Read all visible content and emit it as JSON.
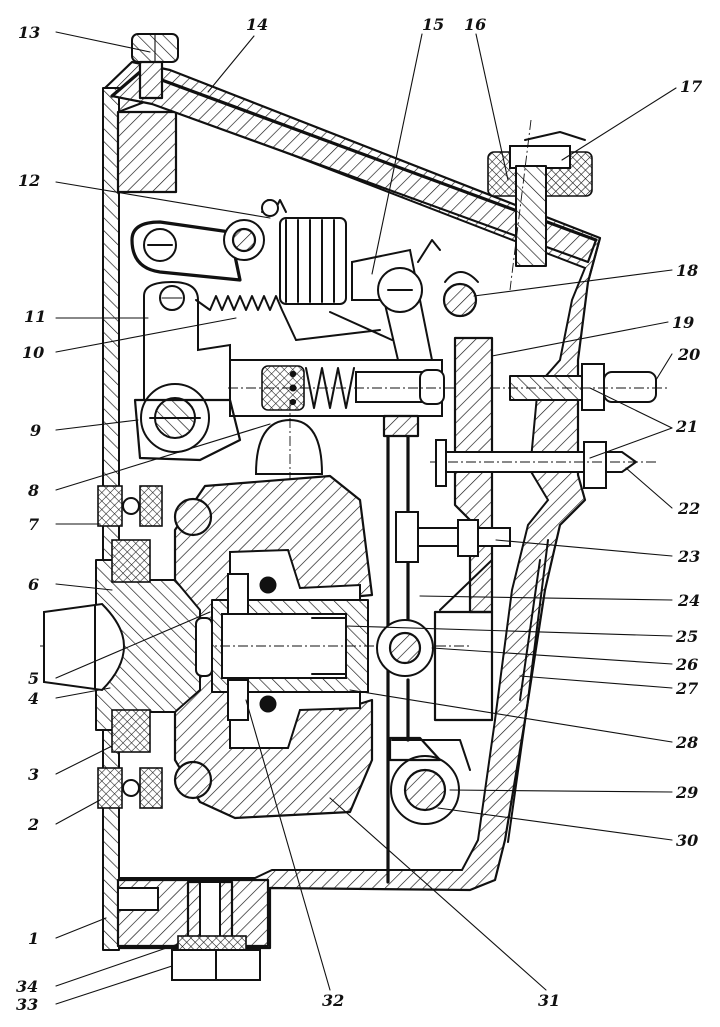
{
  "callouts": [
    {
      "id": "1",
      "text": "1"
    },
    {
      "id": "2",
      "text": "2"
    },
    {
      "id": "3",
      "text": "3"
    },
    {
      "id": "4",
      "text": "4"
    },
    {
      "id": "5",
      "text": "5"
    },
    {
      "id": "6",
      "text": "6"
    },
    {
      "id": "7",
      "text": "7"
    },
    {
      "id": "8",
      "text": "8"
    },
    {
      "id": "9",
      "text": "9"
    },
    {
      "id": "10",
      "text": "10"
    },
    {
      "id": "11",
      "text": "11"
    },
    {
      "id": "12",
      "text": "12"
    },
    {
      "id": "13",
      "text": "13"
    },
    {
      "id": "14",
      "text": "14"
    },
    {
      "id": "15",
      "text": "15"
    },
    {
      "id": "16",
      "text": "16"
    },
    {
      "id": "17",
      "text": "17"
    },
    {
      "id": "18",
      "text": "18"
    },
    {
      "id": "19",
      "text": "19"
    },
    {
      "id": "20",
      "text": "20"
    },
    {
      "id": "21",
      "text": "21"
    },
    {
      "id": "22",
      "text": "22"
    },
    {
      "id": "23",
      "text": "23"
    },
    {
      "id": "24",
      "text": "24"
    },
    {
      "id": "25",
      "text": "25"
    },
    {
      "id": "26",
      "text": "26"
    },
    {
      "id": "27",
      "text": "27"
    },
    {
      "id": "28",
      "text": "28"
    },
    {
      "id": "29",
      "text": "29"
    },
    {
      "id": "30",
      "text": "30"
    },
    {
      "id": "31",
      "text": "31"
    },
    {
      "id": "32",
      "text": "32"
    },
    {
      "id": "33",
      "text": "33"
    },
    {
      "id": "34",
      "text": "34"
    }
  ],
  "colors": {
    "ink": "#111111",
    "paper": "#ffffff"
  }
}
